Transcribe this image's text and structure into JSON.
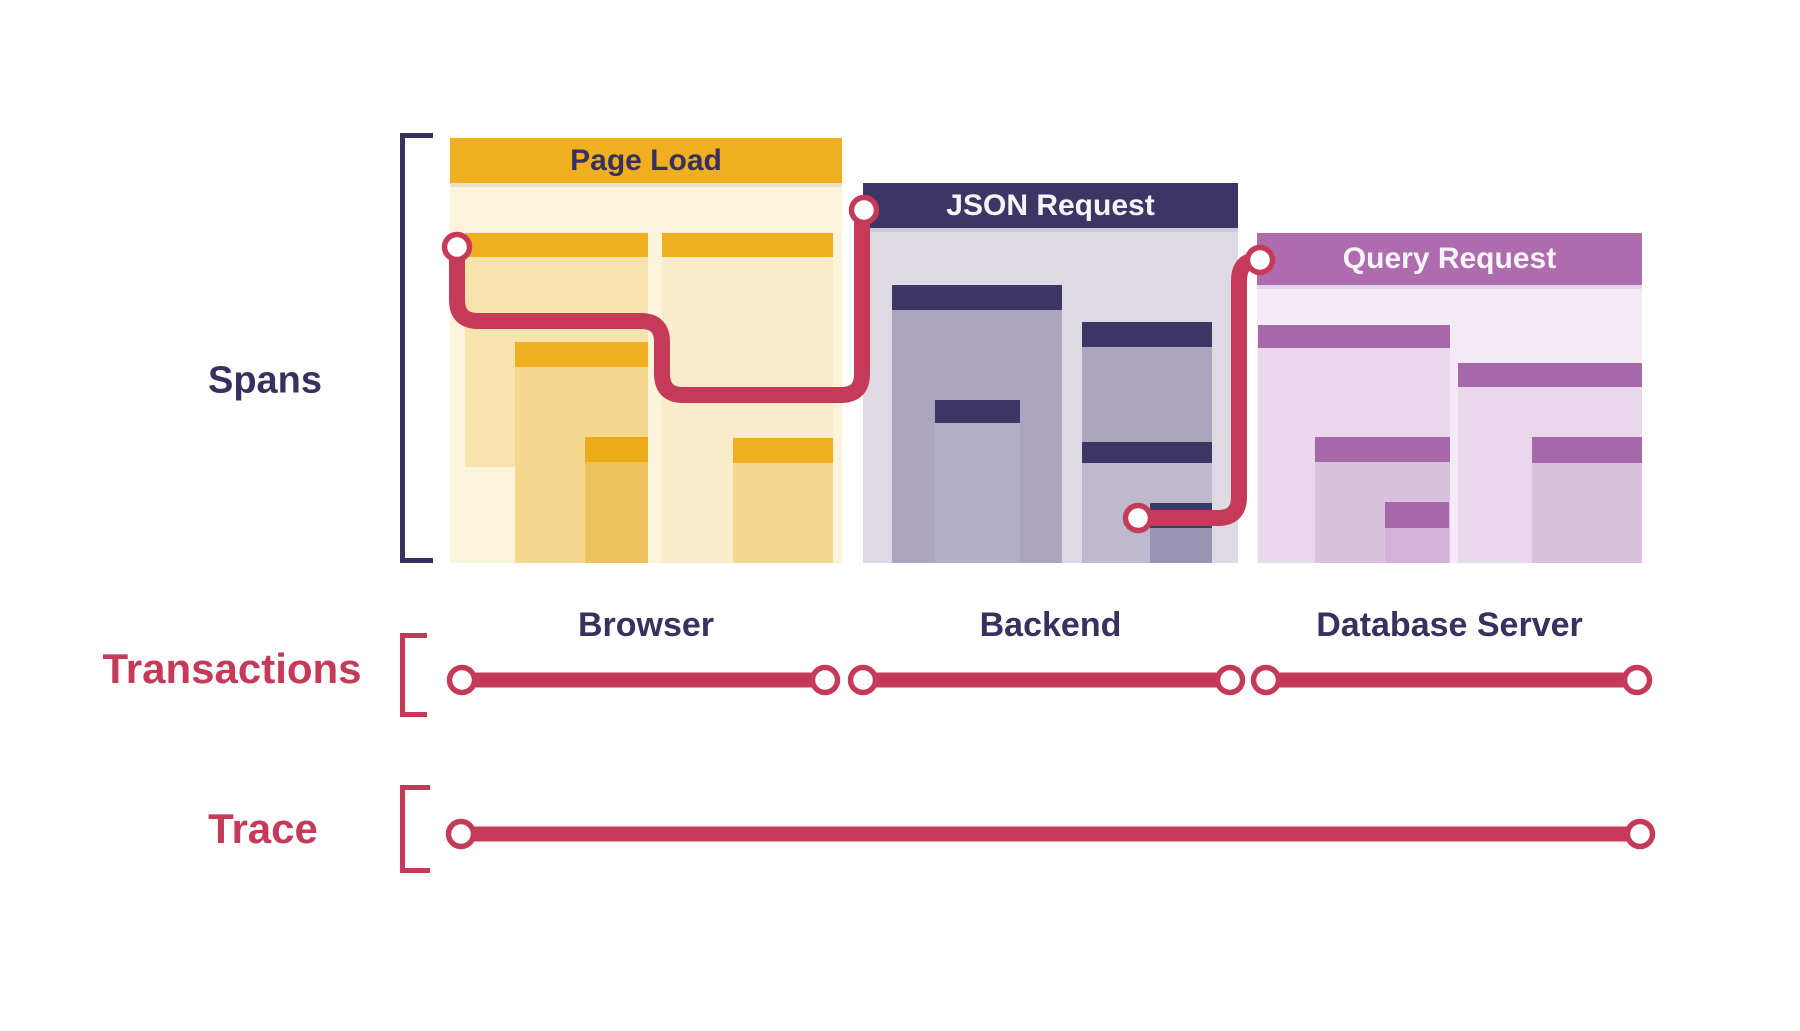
{
  "colors": {
    "red": "#C53A58",
    "navy": "#38305F",
    "gold_header": "#F0AF1E",
    "navy_header": "#3D3563",
    "purple_header": "#AE6BAE"
  },
  "spans": {
    "label": "Spans",
    "panels": [
      {
        "title": "Page Load",
        "service": "Browser"
      },
      {
        "title": "JSON Request",
        "service": "Backend"
      },
      {
        "title": "Query Request",
        "service": "Database Server"
      }
    ]
  },
  "transactions": {
    "label": "Transactions"
  },
  "trace": {
    "label": "Trace"
  }
}
